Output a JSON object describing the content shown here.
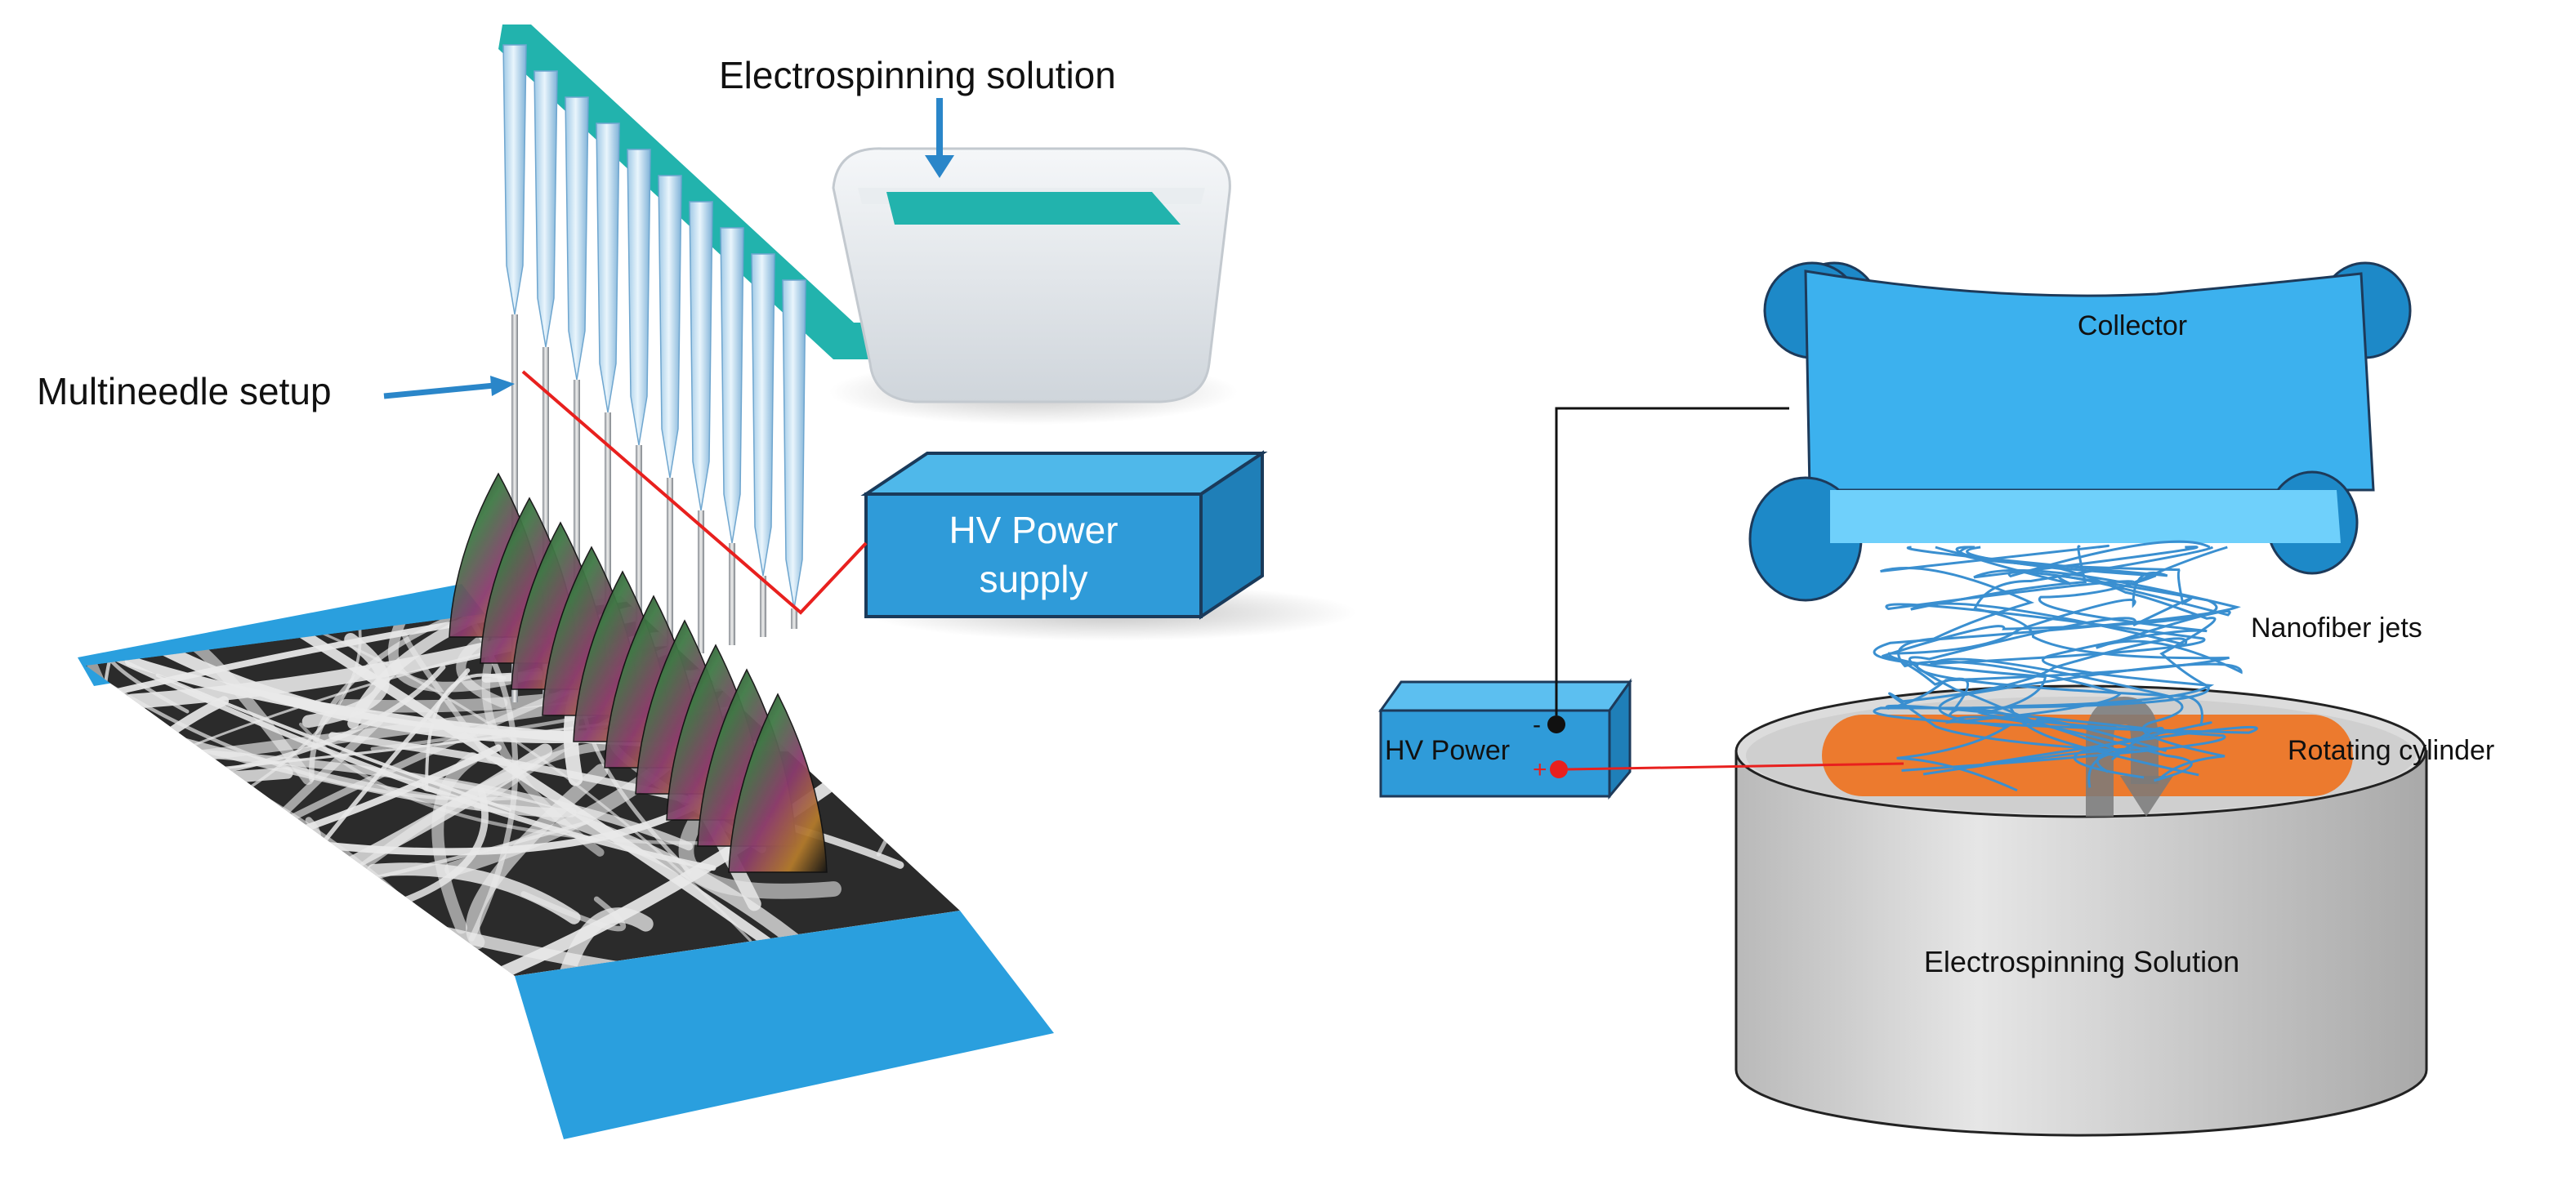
{
  "left_panel": {
    "solution_label": "Electrospinning solution",
    "needle_label": "Multineedle setup",
    "power_label_line1": "HV Power",
    "power_label_line2": "supply"
  },
  "right_panel": {
    "collector_label": "Collector",
    "jets_label": "Nanofiber jets",
    "cylinder_label": "Rotating cylinder",
    "power_label": "HV Power",
    "minus_sign": "-",
    "plus_sign": "+",
    "solution_label": "Electrospinning Solution"
  },
  "colors": {
    "teal_manifold": "#22b3ad",
    "blue_strip": "#2a9fde",
    "box_blue": "#2f9bd9",
    "collector_blue": "#3cb1ee",
    "cylinder_orange": "#ec7a2e",
    "tank_gray": "#d6d6d6",
    "wire_red": "#e8201e"
  }
}
